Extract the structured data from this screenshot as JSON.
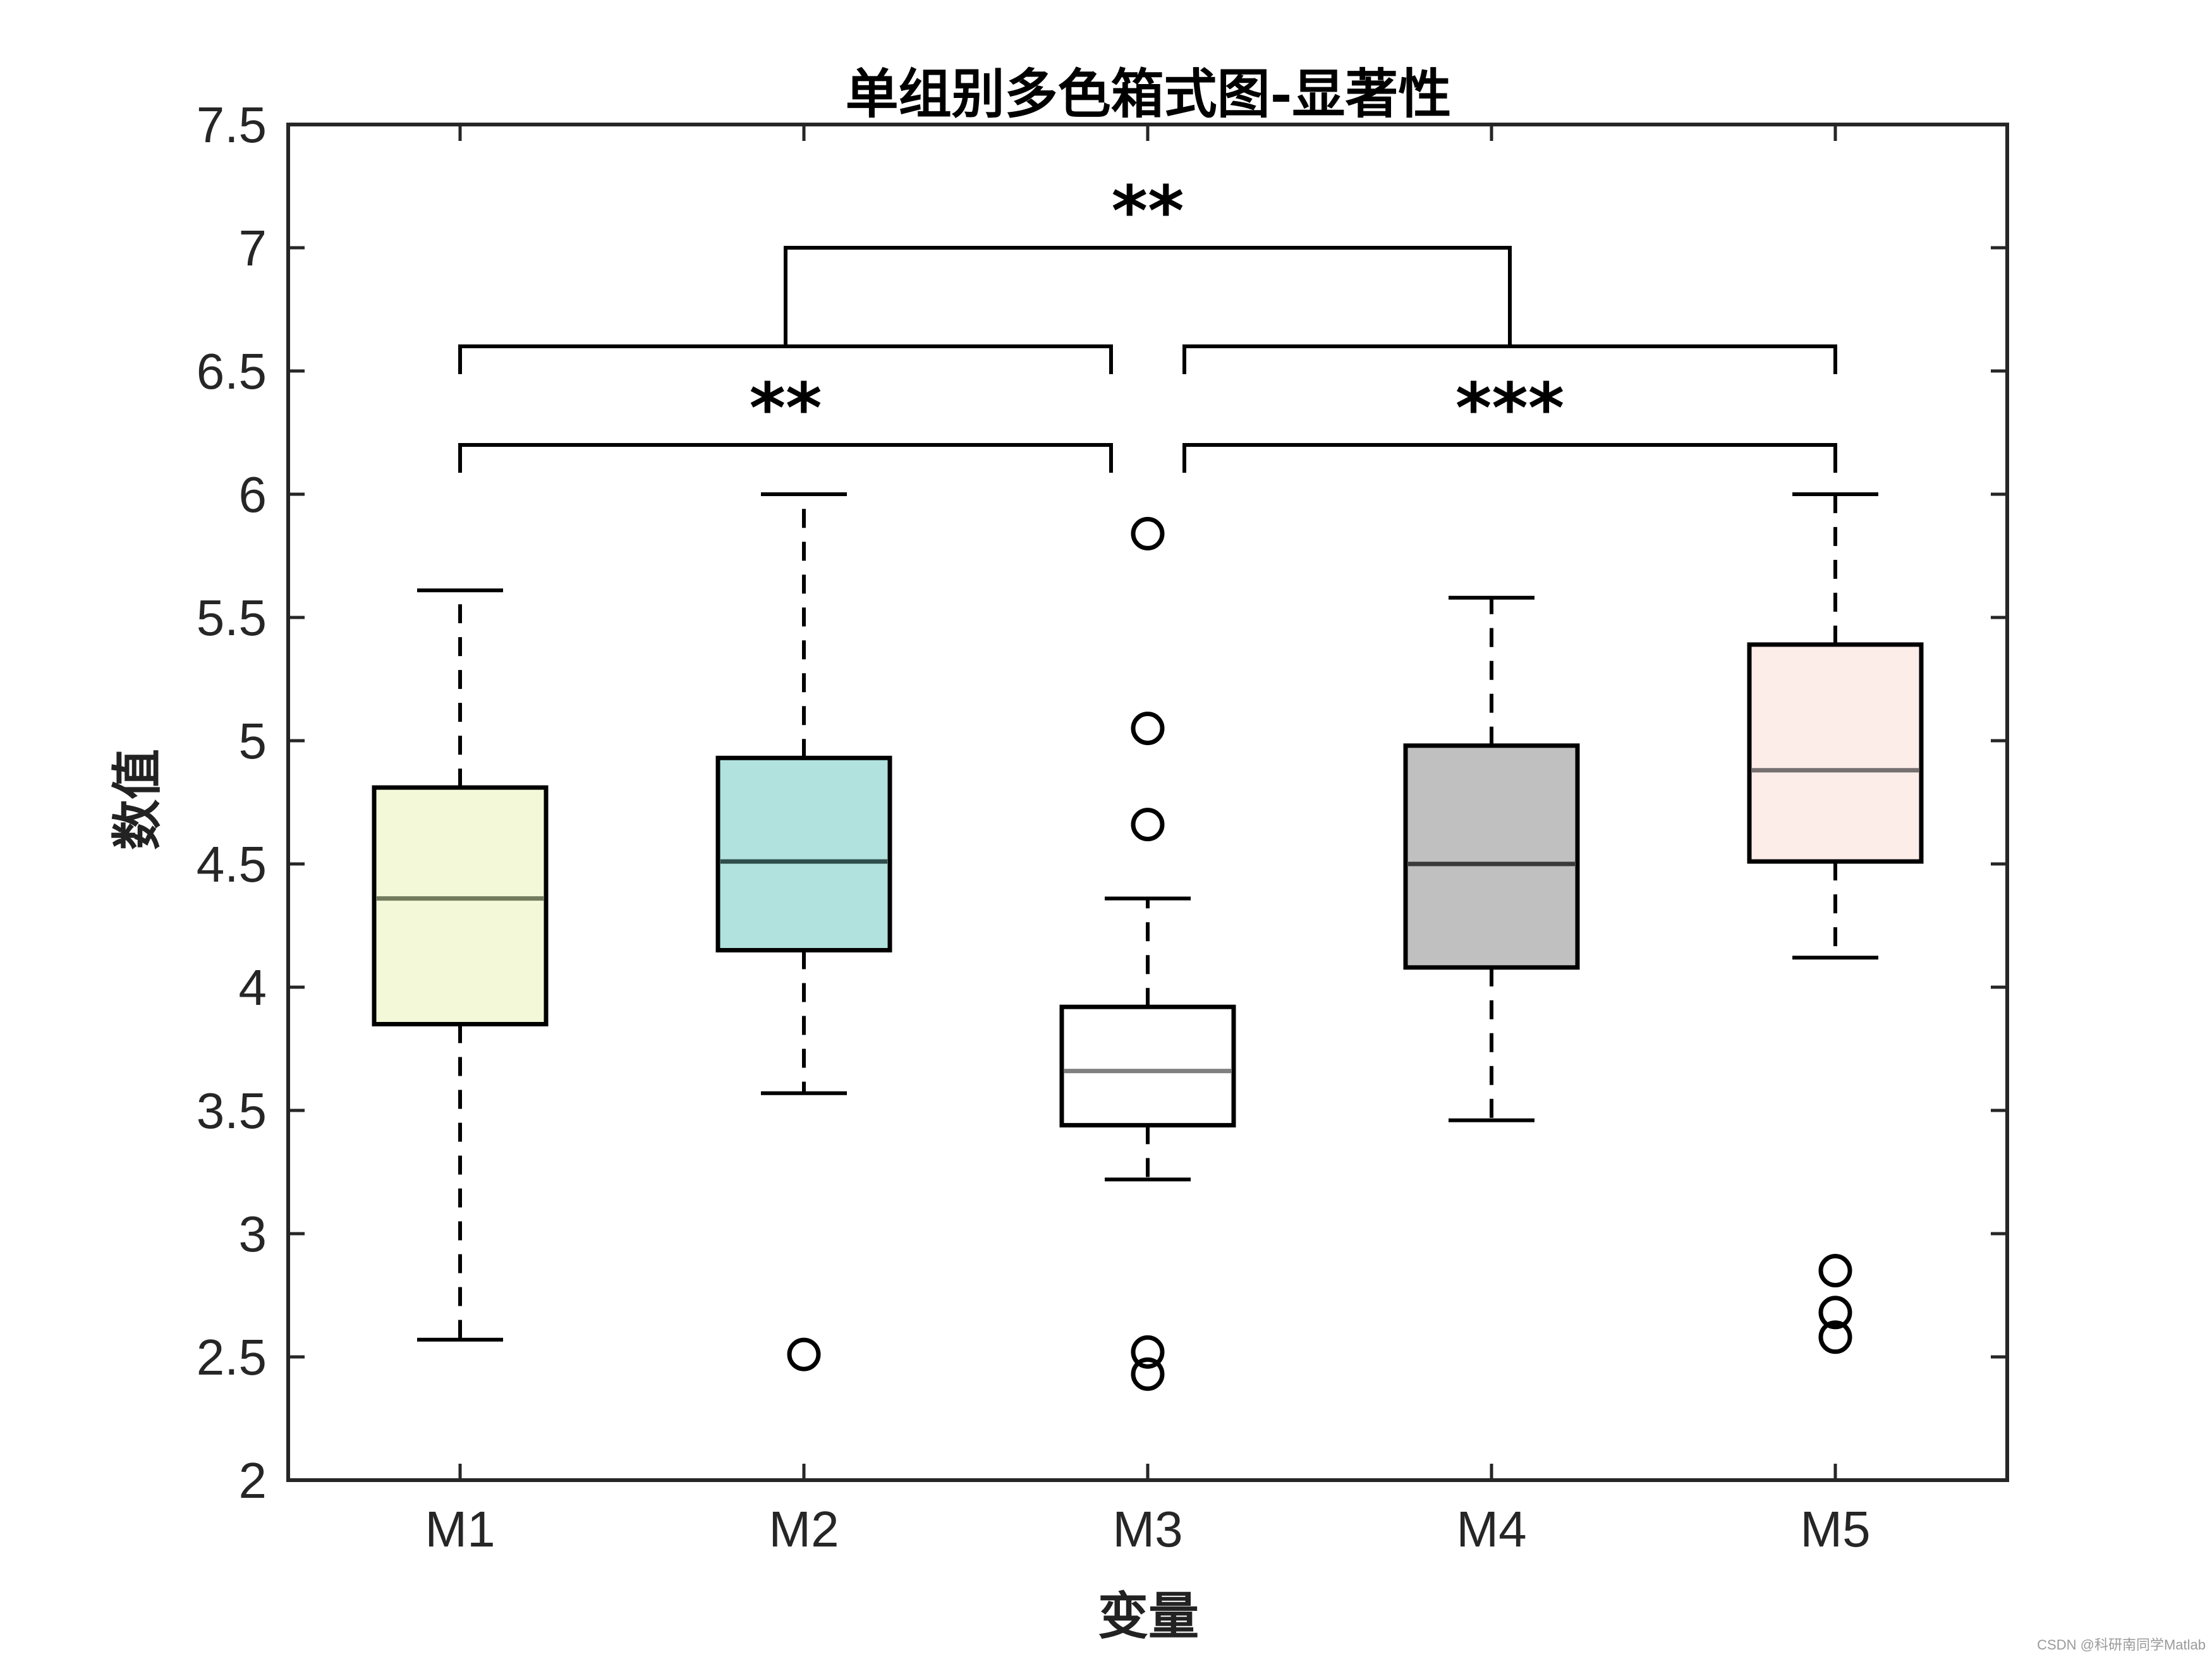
{
  "chart_data": {
    "type": "box",
    "title": "单组别多色箱式图-显著性",
    "xlabel": "变量",
    "ylabel": "数值",
    "ylim": [
      2,
      7.5
    ],
    "yticks": [
      2,
      2.5,
      3,
      3.5,
      4,
      4.5,
      5,
      5.5,
      6,
      6.5,
      7,
      7.5
    ],
    "ytick_labels": [
      "2",
      "2.5",
      "3",
      "3.5",
      "4",
      "4.5",
      "5",
      "5.5",
      "6",
      "6.5",
      "7",
      "7.5"
    ],
    "categories": [
      "M1",
      "M2",
      "M3",
      "M4",
      "M5"
    ],
    "grid": false,
    "boxes": [
      {
        "name": "M1",
        "whisker_low": 2.57,
        "q1": 3.85,
        "median": 4.36,
        "q3": 4.81,
        "whisker_high": 5.61,
        "outliers": [],
        "fill": "#f3f9d8",
        "median_color": "#737b5e"
      },
      {
        "name": "M2",
        "whisker_low": 3.57,
        "q1": 4.15,
        "median": 4.51,
        "q3": 4.93,
        "whisker_high": 6.0,
        "outliers": [
          2.51
        ],
        "fill": "#b1e2de",
        "median_color": "#2e4d4b"
      },
      {
        "name": "M3",
        "whisker_low": 3.22,
        "q1": 3.44,
        "median": 3.66,
        "q3": 3.92,
        "whisker_high": 4.36,
        "outliers": [
          5.84,
          5.05,
          4.66,
          2.52,
          2.43
        ],
        "fill": "#ffffff",
        "median_color": "#808080"
      },
      {
        "name": "M4",
        "whisker_low": 3.46,
        "q1": 4.08,
        "median": 4.5,
        "q3": 4.98,
        "whisker_high": 5.58,
        "outliers": [],
        "fill": "#c0c0c0",
        "median_color": "#3a3a3a"
      },
      {
        "name": "M5",
        "whisker_low": 4.12,
        "q1": 4.51,
        "median": 4.88,
        "q3": 5.39,
        "whisker_high": 6.0,
        "outliers": [
          2.85,
          2.68,
          2.58
        ],
        "fill": "#fcede9",
        "median_color": "#767070"
      }
    ],
    "significance": [
      {
        "label": "**",
        "group1": [
          "M1",
          "M2"
        ],
        "group2": [
          "M3"
        ],
        "y": 6.2
      },
      {
        "label": "***",
        "group1": [
          "M3"
        ],
        "group2": [
          "M4",
          "M5"
        ],
        "y": 6.2
      },
      {
        "label": "**",
        "group1": [
          "M1",
          "M2",
          "M3"
        ],
        "group2": [
          "M3",
          "M4",
          "M5"
        ],
        "y": 6.6,
        "top": 7.0
      }
    ]
  },
  "watermark": "CSDN @科研南同学Matlab"
}
